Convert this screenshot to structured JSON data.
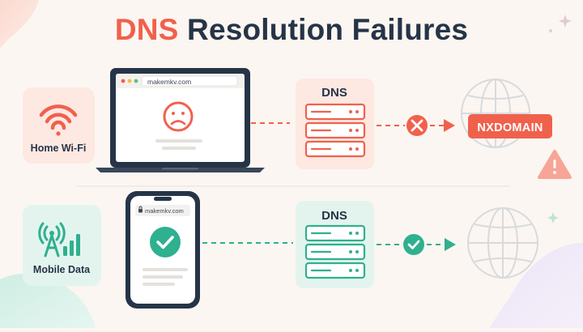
{
  "title": {
    "accent": "DNS",
    "rest": "Resolution Failures"
  },
  "colors": {
    "background": "#fbf6f1",
    "fail_accent": "#f0614c",
    "fail_tint": "#fde8e2",
    "success_accent": "#2fb08f",
    "success_tint": "#e3f4ee",
    "text_dark": "#263447",
    "globe_gray": "#d8dadd"
  },
  "rows": [
    {
      "connection": {
        "label": "Home Wi-Fi",
        "icon": "wifi-icon"
      },
      "device": {
        "type": "laptop",
        "url": "makemkv.com",
        "status_icon": "sad-face-icon"
      },
      "dns": {
        "label": "DNS",
        "icon": "server-stack-icon"
      },
      "result": {
        "icon": "x-circle-icon",
        "badge": "NXDOMAIN",
        "warning_icon": "warning-triangle-icon"
      },
      "destination": {
        "icon": "globe-icon"
      }
    },
    {
      "connection": {
        "label": "Mobile Data",
        "icon": "cell-tower-icon"
      },
      "device": {
        "type": "phone",
        "url": "makemkv.com",
        "status_icon": "check-circle-icon"
      },
      "dns": {
        "label": "DNS",
        "icon": "server-stack-icon"
      },
      "result": {
        "icon": "check-circle-icon"
      },
      "destination": {
        "icon": "globe-icon"
      }
    }
  ]
}
